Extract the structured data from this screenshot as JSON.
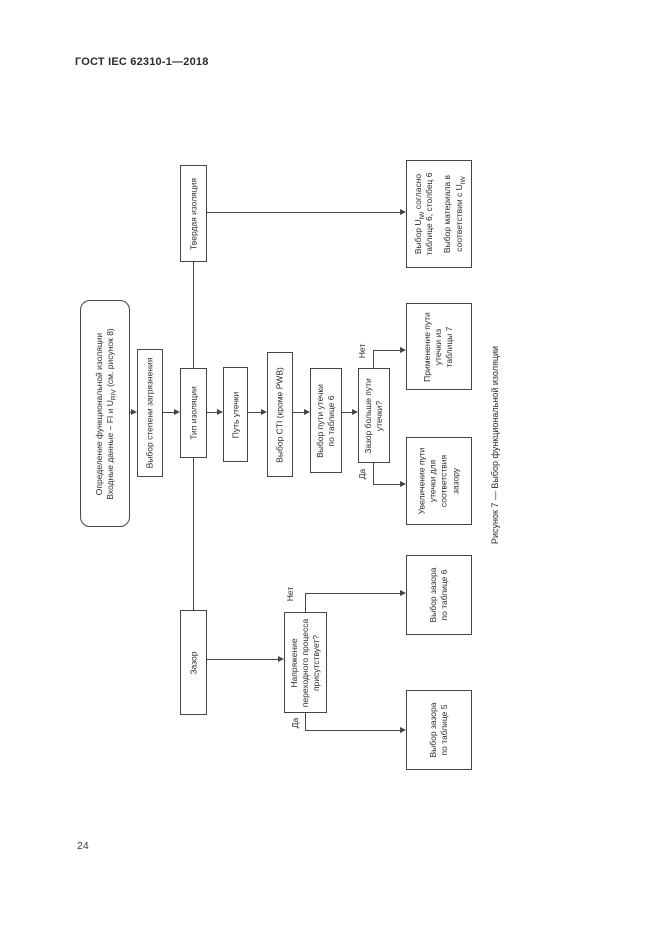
{
  "page": {
    "header": "ГОСТ IEC 62310-1—2018",
    "page_number": "24",
    "caption": "Рисунок 7 — Выбор функциональной изоляции"
  },
  "labels": {
    "yes": "Да",
    "no": "Нет"
  },
  "nodes": {
    "start": {
      "line1": "Определение функциональной изоляции",
      "line2_pre": "Входные данные – FI и U",
      "line2_sub": "RIV",
      "line2_post": " (см. рисунок 8)"
    },
    "pollution_degree": "Выбор степени загрязнения",
    "insulation_type": "Тип изоляции",
    "solid_insulation": "Твердая изоляция",
    "creepage_path": "Путь утечки",
    "cti_select": "Выбор CTI (кроме PWB)",
    "creepage_table": {
      "lines": [
        "Выбор пути утечки",
        "по таблице 6"
      ]
    },
    "clearance_vs_creepage": {
      "lines": [
        "Зазор больше пути",
        "утечки?"
      ]
    },
    "clearance": "Зазор",
    "transient_voltage": {
      "lines": [
        "Напряжение",
        "переходного процесса",
        "присутствует?"
      ]
    },
    "uiw_material": {
      "p1_pre": "Выбор U",
      "p1_sub": "IW",
      "p1_post": " согласно",
      "p1_line2": "таблице 6, столбец 6",
      "p2_line1": "Выбор материала в",
      "p2_pre": "соответствии с U",
      "p2_sub": "IW"
    },
    "apply_creepage": {
      "lines": [
        "Применение пути",
        "утечки из",
        "таблицы 7"
      ]
    },
    "increase_creepage": {
      "lines": [
        "Увеличение пути",
        "утечки для",
        "соответствия",
        "зазору"
      ]
    },
    "clearance_table6": {
      "lines": [
        "Выбор зазора",
        "по таблице 6"
      ]
    },
    "clearance_table5": {
      "lines": [
        "Выбор зазора",
        "по таблице 5"
      ]
    }
  }
}
